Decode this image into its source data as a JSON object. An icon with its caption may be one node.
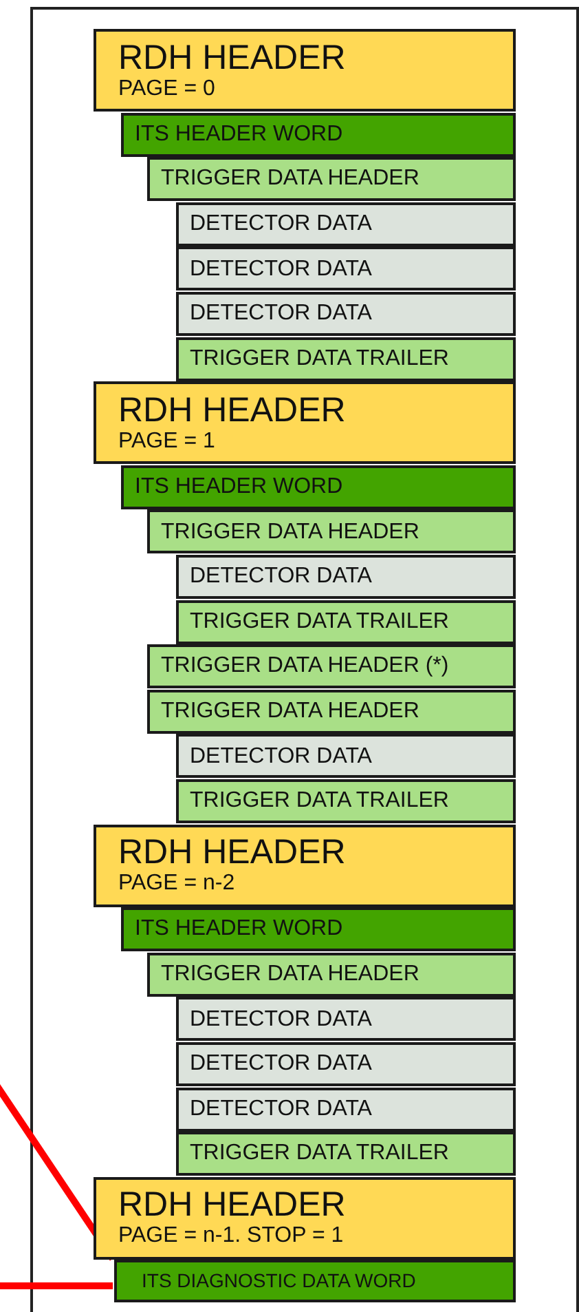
{
  "diagram": {
    "nodes": [
      {
        "text": [],
        "shape": "box"
      },
      {
        "text": [
          "RDH HEADER",
          "PAGE = 0"
        ],
        "in": 0
      },
      {
        "text": [
          "ITS HEADER WORD"
        ],
        "in": 0
      },
      {
        "text": [
          "TRIGGER DATA HEADER"
        ],
        "in": 0
      },
      {
        "text": [
          "DETECTOR DATA"
        ],
        "in": 0
      },
      {
        "text": [
          "DETECTOR DATA"
        ],
        "in": 0
      },
      {
        "text": [
          "DETECTOR DATA"
        ],
        "in": 0
      },
      {
        "text": [
          "TRIGGER DATA TRAILER"
        ],
        "in": 0
      },
      {
        "text": [
          "RDH HEADER",
          "PAGE = 1"
        ],
        "in": 0
      },
      {
        "text": [
          "ITS HEADER WORD"
        ],
        "in": 0
      },
      {
        "text": [
          "TRIGGER DATA HEADER"
        ],
        "in": 0
      },
      {
        "text": [
          "DETECTOR DATA"
        ],
        "in": 0
      },
      {
        "text": [
          "TRIGGER DATA TRAILER"
        ],
        "in": 0
      },
      {
        "text": [
          "TRIGGER DATA HEADER (*)"
        ],
        "in": 0
      },
      {
        "text": [
          "TRIGGER DATA HEADER"
        ],
        "in": 0
      },
      {
        "text": [
          "DETECTOR DATA"
        ],
        "in": 0
      },
      {
        "text": [
          "TRIGGER DATA TRAILER"
        ],
        "in": 0
      },
      {
        "text": [
          "RDH HEADER",
          "PAGE = n-2"
        ],
        "in": 0
      },
      {
        "text": [
          "ITS HEADER WORD"
        ],
        "in": 0
      },
      {
        "text": [
          "TRIGGER DATA HEADER"
        ],
        "in": 0
      },
      {
        "text": [
          "DETECTOR DATA"
        ],
        "in": 0
      },
      {
        "text": [
          "DETECTOR DATA"
        ],
        "in": 0
      },
      {
        "text": [
          "DETECTOR DATA"
        ],
        "in": 0
      },
      {
        "text": [
          "TRIGGER DATA TRAILER"
        ],
        "in": 0
      },
      {
        "text": [
          "RDH HEADER",
          "PAGE = n-1. STOP = 1"
        ],
        "in": 0
      },
      {
        "text": [
          "ITS DIAGNOSTIC DATA WORD"
        ],
        "in": 0
      }
    ],
    "edges": [
      {
        "from": null,
        "to": 25,
        "arrow": "none"
      },
      {
        "from": null,
        "to": 25,
        "arrow": "none"
      }
    ]
  }
}
